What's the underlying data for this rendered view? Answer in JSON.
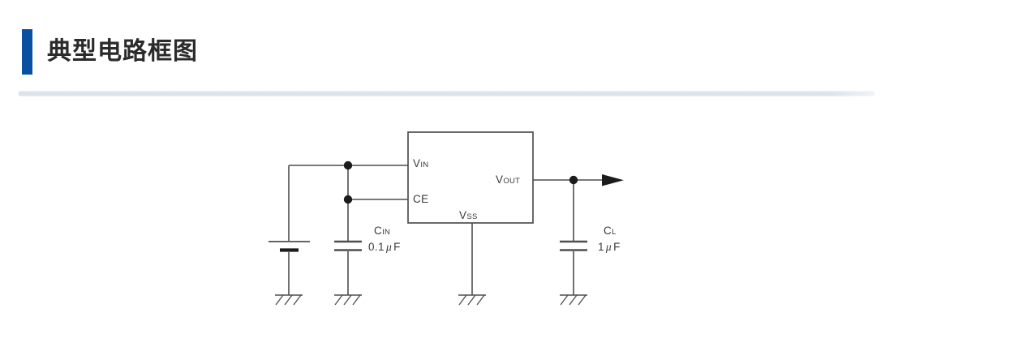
{
  "header": {
    "title": "典型电路框图"
  },
  "colors": {
    "accent_blue": "#0b4fa3",
    "title_gray": "#2b2b2b",
    "divider_top": "#e9eef3",
    "divider_mid": "#d9e2ea",
    "divider_bottom": "#eef2f6",
    "wire_gray": "#4f4f4f",
    "ink_black": "#1c1c1c",
    "label_gray": "#3a3a3a"
  },
  "circuit": {
    "ic_pins": {
      "vin": {
        "main": "V",
        "sub": "IN"
      },
      "ce": {
        "main": "CE",
        "sub": ""
      },
      "vout": {
        "main": "V",
        "sub": "OUT"
      },
      "vss": {
        "main": "V",
        "sub": "SS"
      }
    },
    "components": {
      "input_capacitor": {
        "ref_main": "C",
        "ref_sub": "IN",
        "value_prefix": "0.1",
        "value_mu": "μ",
        "value_suffix": "F"
      },
      "load_capacitor": {
        "ref_main": "C",
        "ref_sub": "L",
        "value_prefix": "1",
        "value_mu": "μ",
        "value_suffix": "F"
      }
    }
  }
}
